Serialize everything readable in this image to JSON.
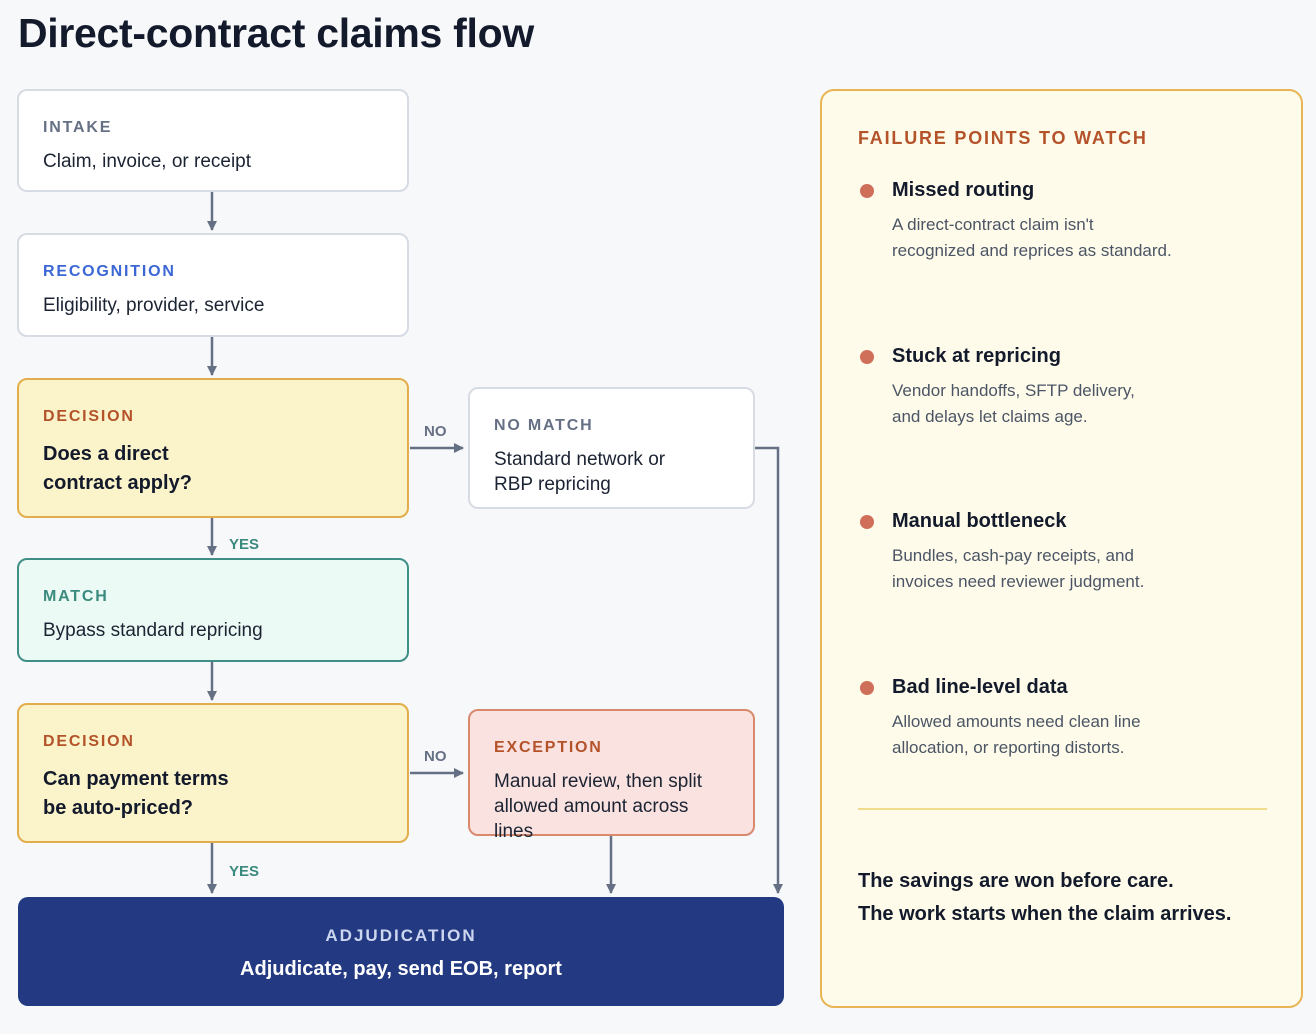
{
  "title": "Direct-contract claims flow",
  "flow": {
    "intake": {
      "tag": "INTAKE",
      "text": "Claim, invoice, or receipt"
    },
    "recognition": {
      "tag": "RECOGNITION",
      "text": "Eligibility, provider, service"
    },
    "decision1": {
      "tag": "DECISION",
      "line1": "Does a direct",
      "line2": "contract apply?"
    },
    "no_match": {
      "tag": "NO MATCH",
      "line1": "Standard network or",
      "line2": "RBP repricing"
    },
    "match": {
      "tag": "MATCH",
      "text": "Bypass standard repricing"
    },
    "decision2": {
      "tag": "DECISION",
      "line1": "Can payment terms",
      "line2": "be auto-priced?"
    },
    "exception": {
      "tag": "EXCEPTION",
      "line1": "Manual review, then split",
      "line2": "allowed amount across lines"
    },
    "adjudication": {
      "tag": "ADJUDICATION",
      "text": "Adjudicate, pay, send EOB, report"
    },
    "labels": {
      "no": "NO",
      "yes": "YES"
    }
  },
  "panel": {
    "heading": "FAILURE POINTS TO WATCH",
    "items": [
      {
        "title": "Missed routing",
        "line1": "A direct-contract claim isn't",
        "line2": "recognized and reprices as standard."
      },
      {
        "title": "Stuck at repricing",
        "line1": "Vendor handoffs, SFTP delivery,",
        "line2": "and delays let claims age."
      },
      {
        "title": "Manual bottleneck",
        "line1": "Bundles, cash-pay receipts, and",
        "line2": "invoices need reviewer judgment."
      },
      {
        "title": "Bad line-level data",
        "line1": "Allowed amounts need clean line",
        "line2": "allocation, or reporting distorts."
      }
    ],
    "closing1": "The savings are won before care.",
    "closing2": "The work starts when the claim arrives."
  },
  "colors": {
    "decision_fill": "#fbf3c9",
    "decision_border": "#e3ad4c",
    "match_fill": "#ecfaf6",
    "exception_fill": "#f9e2df",
    "adjudication_fill": "#233a83",
    "accent_orange": "#b4532a",
    "accent_blue": "#3b67d6",
    "accent_teal": "#3a8a7e",
    "connector": "#667085"
  }
}
